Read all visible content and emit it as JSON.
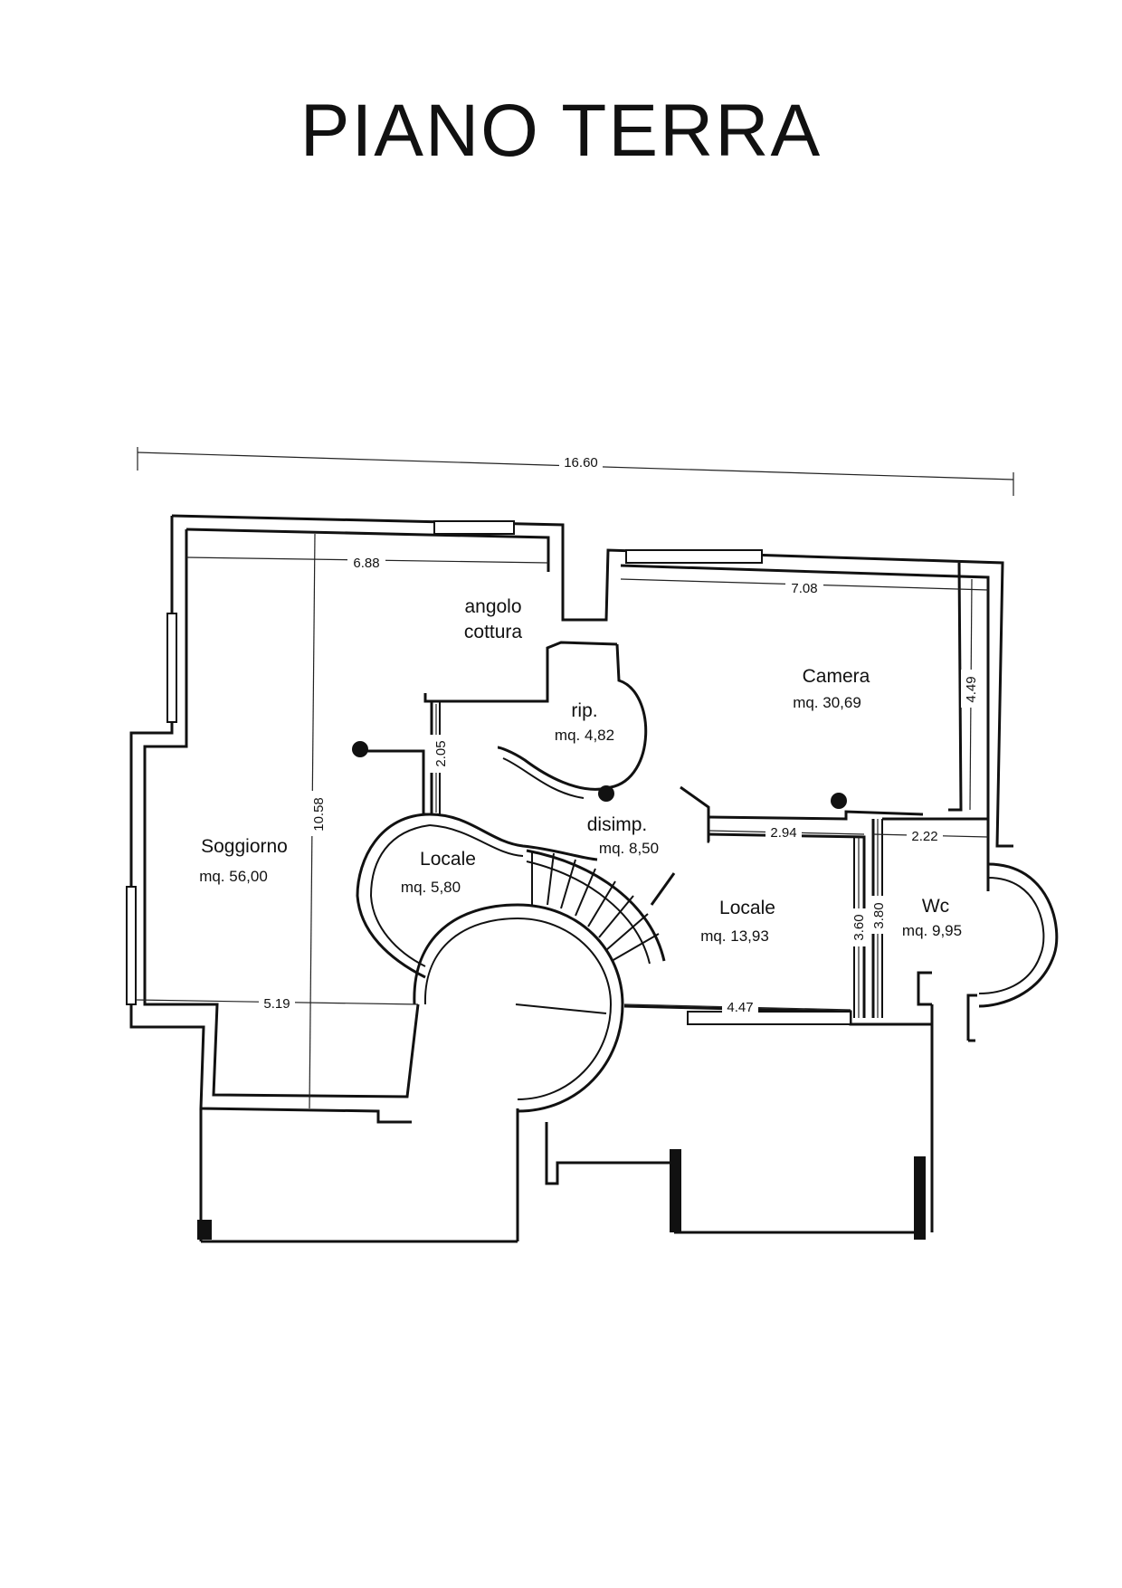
{
  "title": "PIANO TERRA",
  "dimensions": {
    "overall_width": "16.60",
    "soggiorno_top": "6.88",
    "soggiorno_bottom": "5.19",
    "soggiorno_height": "10.58",
    "corridor": "2.05",
    "camera_width": "7.08",
    "camera_height": "4.49",
    "locale_top": "2.94",
    "wc_top": "2.22",
    "locale_bottom": "4.47",
    "locale_height": "3.60",
    "wc_height": "3.80"
  },
  "rooms": {
    "angolo": {
      "name_line1": "angolo",
      "name_line2": "cottura"
    },
    "rip": {
      "name": "rip.",
      "area": "mq. 4,82"
    },
    "camera": {
      "name": "Camera",
      "area": "mq. 30,69"
    },
    "soggiorno": {
      "name": "Soggiorno",
      "area": "mq. 56,00"
    },
    "locale_small": {
      "name": "Locale",
      "area": "mq. 5,80"
    },
    "disimp": {
      "name": "disimp.",
      "area": "mq. 8,50"
    },
    "locale_large": {
      "name": "Locale",
      "area": "mq. 13,93"
    },
    "wc": {
      "name": "Wc",
      "area": "mq. 9,95"
    }
  }
}
